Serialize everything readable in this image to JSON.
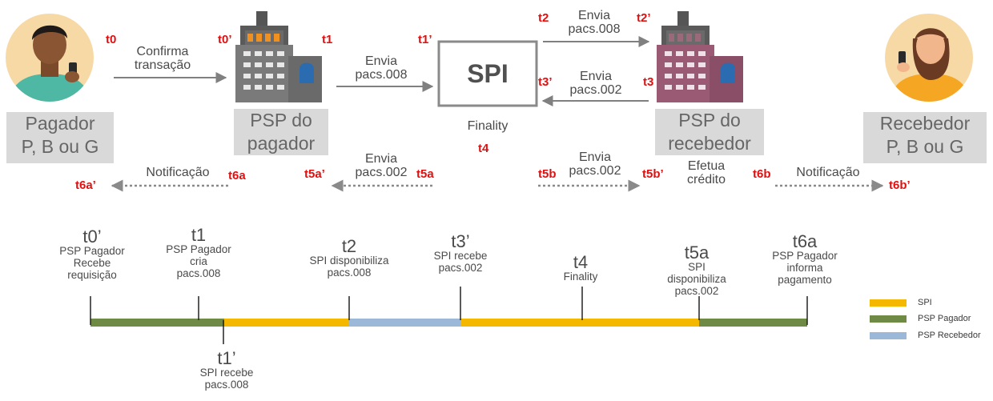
{
  "colors": {
    "spi": "#f5b800",
    "psp_pagador": "#6e8a45",
    "psp_recebedor": "#9cb8d8",
    "red_label": "#e01010",
    "gray_box": "#d9d9d9",
    "arrow": "#808080"
  },
  "top": {
    "pagador": {
      "line1": "Pagador",
      "line2": "P, B ou G"
    },
    "psp_pagador": {
      "line1": "PSP do",
      "line2": "pagador"
    },
    "spi_box": "SPI",
    "finality": "Finality",
    "psp_recebedor": {
      "line1": "PSP do",
      "line2": "recebedor"
    },
    "recebedor": {
      "line1": "Recebedor",
      "line2": "P, B ou G"
    },
    "arrows": {
      "confirma": {
        "line1": "Confirma",
        "line2": "transação"
      },
      "envia_008_a": {
        "line1": "Envia",
        "line2": "pacs.008"
      },
      "envia_008_b": {
        "line1": "Envia",
        "line2": "pacs.008"
      },
      "envia_002_a": {
        "line1": "Envia",
        "line2": "pacs.002"
      },
      "envia_002_b": {
        "line1": "Envia",
        "line2": "pacs.002"
      },
      "envia_002_c": {
        "line1": "Envia",
        "line2": "pacs.002"
      },
      "notificacao_a": "Notificação",
      "notificacao_b": "Notificação",
      "efetua": {
        "line1": "Efetua",
        "line2": "crédito"
      }
    },
    "time_labels": {
      "t0": "t0",
      "t0p": "t0’",
      "t1": "t1",
      "t1p": "t1’",
      "t2": "t2",
      "t2p": "t2’",
      "t3": "t3",
      "t3p": "t3’",
      "t4": "t4",
      "t5a": "t5a",
      "t5ap": "t5a’",
      "t5b": "t5b",
      "t5bp": "t5b’",
      "t6a": "t6a",
      "t6ap": "t6a’",
      "t6b": "t6b",
      "t6bp": "t6b’"
    }
  },
  "timeline": {
    "events_top": [
      {
        "id": "t0’",
        "lines": [
          "PSP Pagador",
          "Recebe",
          "requisição"
        ]
      },
      {
        "id": "t1",
        "lines": [
          "PSP Pagador",
          "cria",
          "pacs.008"
        ]
      },
      {
        "id": "t2",
        "lines": [
          "SPI disponibiliza",
          "pacs.008"
        ]
      },
      {
        "id": "t3’",
        "lines": [
          "SPI recebe",
          "pacs.002"
        ]
      },
      {
        "id": "t4",
        "lines": [
          "Finality"
        ]
      },
      {
        "id": "t5a",
        "lines": [
          "SPI",
          "disponibiliza",
          "pacs.002"
        ]
      },
      {
        "id": "t6a",
        "lines": [
          "PSP Pagador",
          "informa",
          "pagamento"
        ]
      }
    ],
    "event_bottom": {
      "id": "t1’",
      "lines": [
        "SPI recebe",
        "pacs.008"
      ]
    },
    "segments": [
      "psp_pagador",
      "spi",
      "psp_recebedor",
      "spi",
      "psp_pagador"
    ]
  },
  "legend": [
    {
      "label": "SPI",
      "key": "spi"
    },
    {
      "label": "PSP Pagador",
      "key": "psp_pagador"
    },
    {
      "label": "PSP Recebedor",
      "key": "psp_recebedor"
    }
  ]
}
